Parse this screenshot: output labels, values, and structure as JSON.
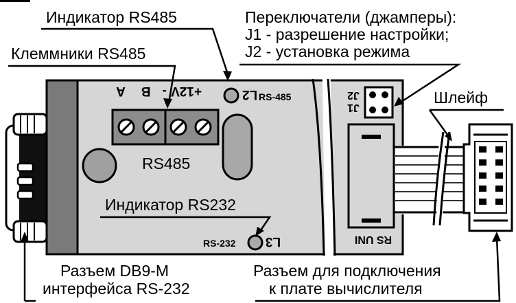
{
  "labels": {
    "rs485_indicator": "Индикатор RS485",
    "rs485_terminals": "Клеммники RS485",
    "jumpers_title": "Переключатели (джамперы):",
    "jumper_j1": "J1 - разрешение настройки;",
    "jumper_j2": "J2 - установка режима",
    "ribbon": "Шлейф",
    "rs232_indicator": "Индикатор  RS232",
    "db9_line1": "Разъем DB9-M",
    "db9_line2": "интерфейса RS-232",
    "conn_line1": "Разъем для подключения",
    "conn_line2": "к плате вычислителя"
  },
  "board": {
    "terminal_marks": [
      "+12V",
      "-",
      "B",
      "A"
    ],
    "terminal_block_label": "RS485",
    "led_l2_label": "L2",
    "led_l2_text": "RS-485",
    "led_l3_label": "L3",
    "led_l3_text": "RS-232",
    "jumper_j1": "J1",
    "jumper_j2": "J2",
    "connector_text": "RS UNI"
  },
  "colors": {
    "board_fill": "#d6d6d6",
    "dark_gray": "#7a7a7a",
    "terminal_fill": "#8c8c8c",
    "led_fill": "#a8a8a8",
    "black": "#000000"
  }
}
